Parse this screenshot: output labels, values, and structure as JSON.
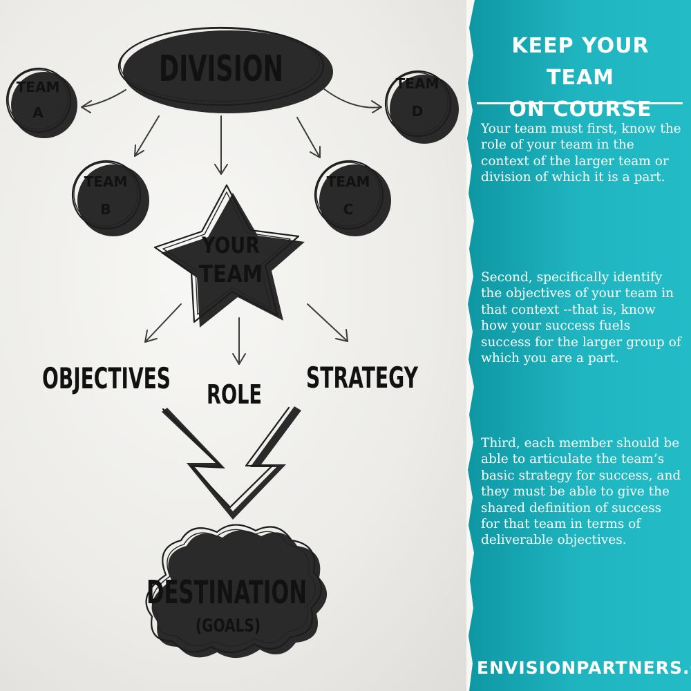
{
  "diagram": {
    "division": "DIVISION",
    "teams": {
      "a": {
        "line1": "TEAM",
        "line2": "A"
      },
      "b": {
        "line1": "TEAM",
        "line2": "B"
      },
      "c": {
        "line1": "TEAM",
        "line2": "C"
      },
      "d": {
        "line1": "TEAM",
        "line2": "D"
      }
    },
    "your_team": {
      "line1": "YOUR",
      "line2": "TEAM"
    },
    "objectives": "OBJECTIVES",
    "role": "ROLE",
    "strategy": "STRATEGY",
    "destination": "DESTINATION",
    "goals": "(GOALS)"
  },
  "panel": {
    "title_line1": "KEEP YOUR TEAM",
    "title_line2": "ON COURSE",
    "paragraph1": "Your team must first, know the role of your team in the context of the larger team or division of which it is a part.",
    "paragraph2": "Second, specifically identify the objectives of your team in that context --that is, know how your success fuels success for the larger group of which you are a part.",
    "paragraph3": "Third, each member should be able to articulate the team’s basic strategy for success, and they must be able to give the shared definition of success for that team in terms of deliverable objectives.",
    "url": "ENVISIONPARTNERS.COM"
  },
  "colors": {
    "panel_teal": "#1fb5c0",
    "panel_teal_dark": "#0e97a3",
    "ink": "#111111",
    "paper": "#ecebe8"
  }
}
